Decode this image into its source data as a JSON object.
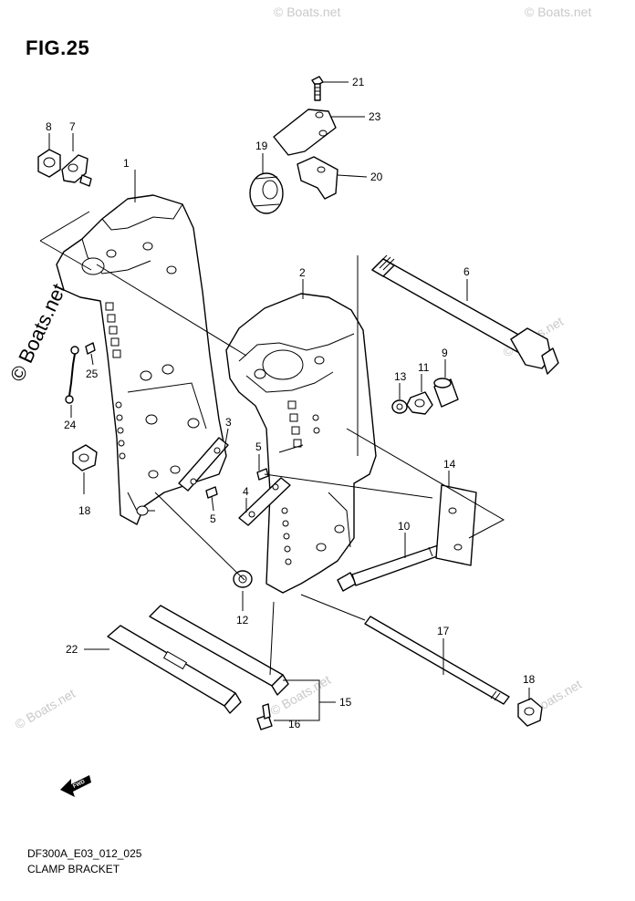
{
  "figure": {
    "title": "FIG.25"
  },
  "footer": {
    "code": "DF300A_E03_012_025",
    "name": "CLAMP BRACKET"
  },
  "watermark": {
    "text": "© Boats.net"
  },
  "fwd_label": "FWD",
  "callouts": [
    "1",
    "2",
    "3",
    "4",
    "5",
    "5",
    "6",
    "7",
    "8",
    "9",
    "10",
    "11",
    "12",
    "13",
    "14",
    "15",
    "16",
    "17",
    "18",
    "18",
    "19",
    "20",
    "21",
    "22",
    "23",
    "24",
    "25"
  ]
}
